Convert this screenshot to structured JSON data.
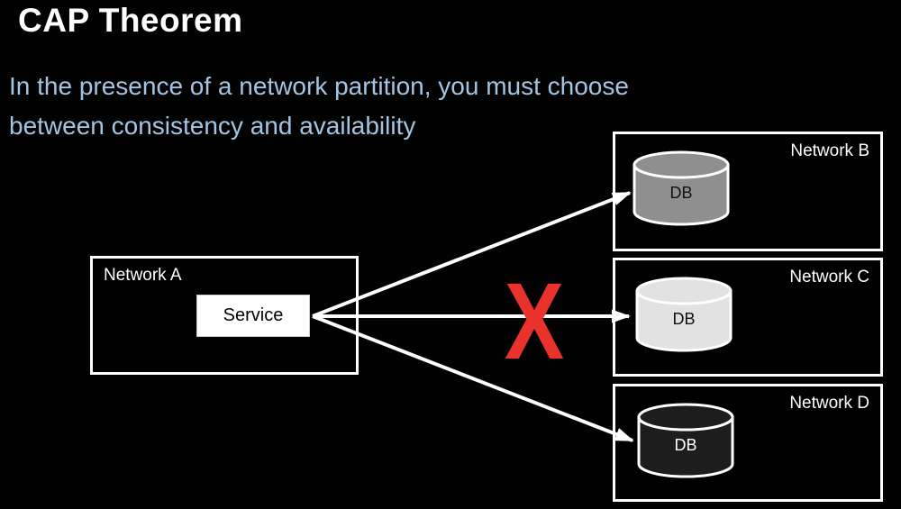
{
  "slide": {
    "title": "CAP Theorem",
    "subtitle_line1": "In the presence of a network partition, you must choose",
    "subtitle_line2": "between consistency and availability"
  },
  "diagram": {
    "network_a": {
      "label": "Network A",
      "service_label": "Service"
    },
    "networks": [
      {
        "label": "Network B",
        "db_label": "DB",
        "cylinder_fill": "#8f8f8f"
      },
      {
        "label": "Network C",
        "db_label": "DB",
        "cylinder_fill": "#e2e2e2"
      },
      {
        "label": "Network D",
        "db_label": "DB",
        "cylinder_fill": "#1d1d1d"
      }
    ],
    "partition_marker": "X",
    "colors": {
      "subtitle_accent": "#a3c4e2",
      "partition_red": "#e8322b",
      "connector": "#ffffff"
    }
  }
}
